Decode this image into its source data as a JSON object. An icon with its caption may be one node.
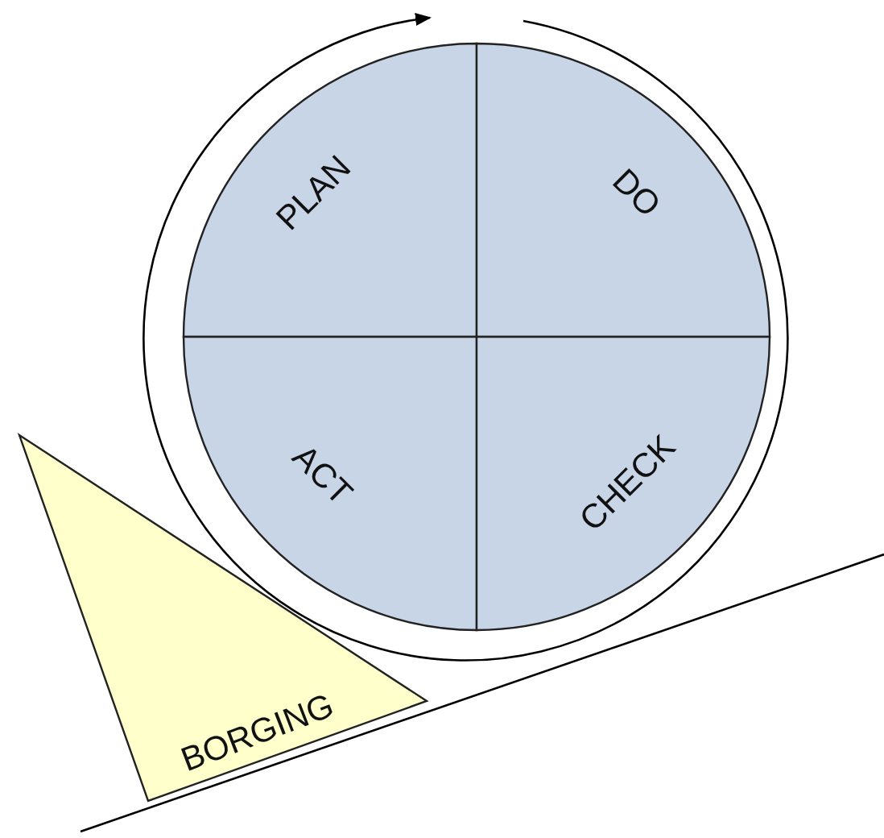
{
  "diagram": {
    "nodes": [
      {
        "text": [
          "PLAN"
        ]
      },
      {
        "text": [
          "DO"
        ]
      },
      {
        "text": [
          "ACT"
        ]
      },
      {
        "text": [
          "CHECK"
        ]
      },
      {
        "text": [
          "BORGING"
        ]
      }
    ]
  }
}
